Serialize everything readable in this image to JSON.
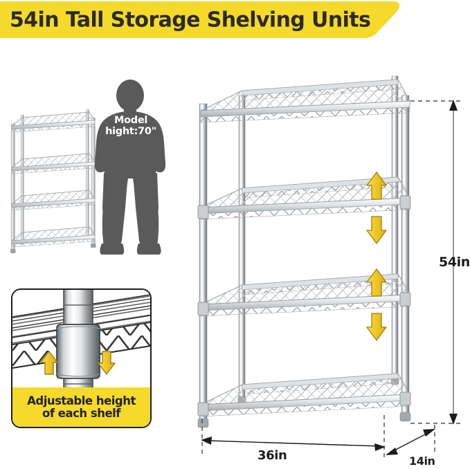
{
  "banner": {
    "title": "54in Tall Storage Shelving Units",
    "background_color": "#F5DA2B",
    "text_color": "#2B2B2B"
  },
  "model": {
    "label_line1": "Model",
    "label_line2": "hight:70\"",
    "silhouette_color": "#5A5A5A",
    "text_color": "#FFFFFF"
  },
  "products": {
    "small_unit": {
      "name": "small-wire-shelving-unit",
      "tiers": 4,
      "color": "#BFC3C6"
    },
    "main_unit": {
      "name": "main-wire-shelving-unit",
      "tiers": 4,
      "color": "#C6CACD"
    }
  },
  "dimensions": {
    "height": "54in",
    "width": "36in",
    "depth": "14in"
  },
  "arrows": {
    "color": "#F2CC2B",
    "outline_color": "#9B8010",
    "items": [
      {
        "name": "shelf-up-arrow-upper",
        "direction": "up"
      },
      {
        "name": "shelf-down-arrow-upper",
        "direction": "down"
      },
      {
        "name": "shelf-up-arrow-lower",
        "direction": "up"
      },
      {
        "name": "shelf-down-arrow-lower",
        "direction": "down"
      }
    ]
  },
  "feature_card": {
    "caption_line1": "Adjustable height",
    "caption_line2": "of each shelf",
    "band_color": "#F5DA2B",
    "border_color": "#1F1F1F",
    "arrows": [
      {
        "name": "collar-up-arrow",
        "direction": "up"
      },
      {
        "name": "collar-down-arrow",
        "direction": "down"
      }
    ]
  }
}
